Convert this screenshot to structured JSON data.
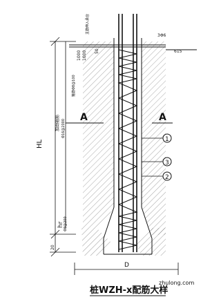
{
  "drawing": {
    "title": "桩WZH-x配筋大样",
    "watermark": "zhulong.com",
    "section_mark": "A",
    "callouts": [
      "1",
      "3",
      "2"
    ],
    "dimensions": {
      "total_height": "HL",
      "bottom_height": "hr",
      "bottom_diameter": "D",
      "cover": "50",
      "small": "20",
      "top_right_a": "3Φ6",
      "top_right_b": "615",
      "top_left_a": "1000",
      "top_left_b": "1000"
    },
    "vertical_texts": {
      "top_note": "主筋伸入承台",
      "upper_note": "箍筋Φ8@100",
      "middle_note": "加劲箍筋",
      "middle_note_b": "Φ16@2000",
      "lower_note": "Φ8@200"
    }
  }
}
